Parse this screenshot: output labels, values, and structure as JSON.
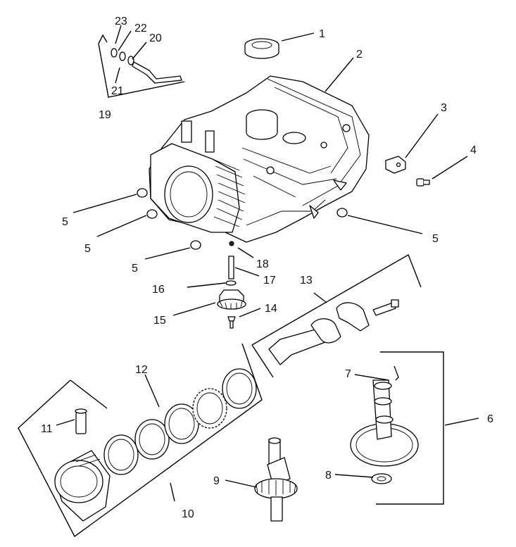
{
  "colors": {
    "ink": "#000000",
    "paper": "#ffffff"
  },
  "callouts": {
    "c1": "1",
    "c2": "2",
    "c3": "3",
    "c4": "4",
    "c5a": "5",
    "c5b": "5",
    "c5c": "5",
    "c5d": "5",
    "c6": "6",
    "c7": "7",
    "c8": "8",
    "c9": "9",
    "c10": "10",
    "c11": "11",
    "c12": "12",
    "c13": "13",
    "c14": "14",
    "c15": "15",
    "c16": "16",
    "c17": "17",
    "c18": "18",
    "c19": "19",
    "c20": "20",
    "c21": "21",
    "c22": "22",
    "c23": "23"
  }
}
